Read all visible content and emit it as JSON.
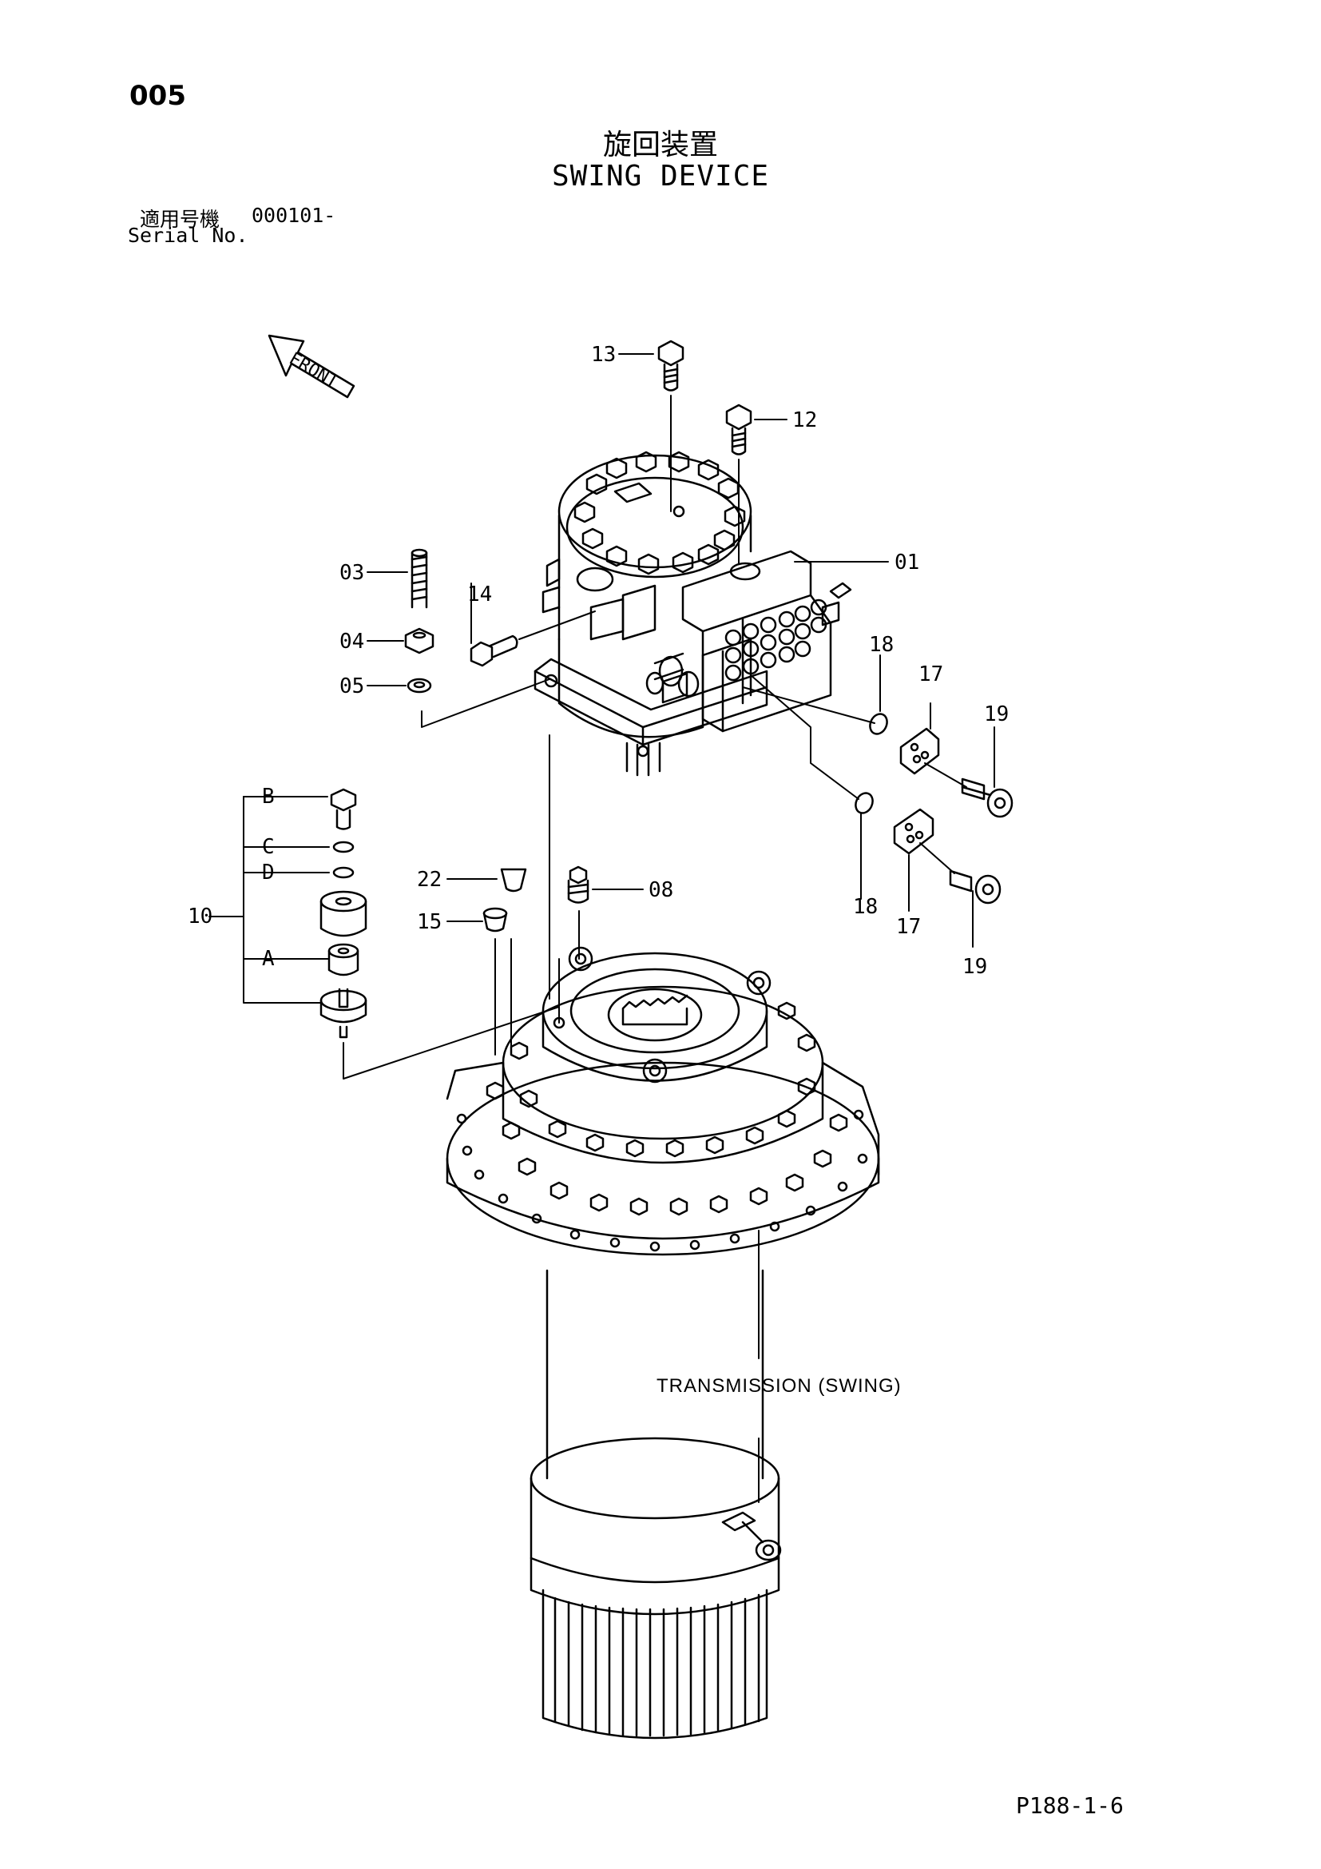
{
  "page_number": "005",
  "title_jp": "旋回装置",
  "title_en": "SWING DEVICE",
  "serial_label_jp": "適用号機",
  "serial_value": "000101-",
  "serial_label_en": "Serial No.",
  "footer_code": "P188-1-6",
  "front_label": "FRONT",
  "assembly_label": "TRANSMISSION (SWING)",
  "callouts": {
    "c01": "01",
    "c03": "03",
    "c04": "04",
    "c05": "05",
    "c08": "08",
    "c10": "10",
    "c12": "12",
    "c13": "13",
    "c14": "14",
    "c15": "15",
    "c17a": "17",
    "c17b": "17",
    "c18a": "18",
    "c18b": "18",
    "c19a": "19",
    "c19b": "19",
    "c22": "22",
    "cA": "A",
    "cB": "B",
    "cC": "C",
    "cD": "D"
  }
}
